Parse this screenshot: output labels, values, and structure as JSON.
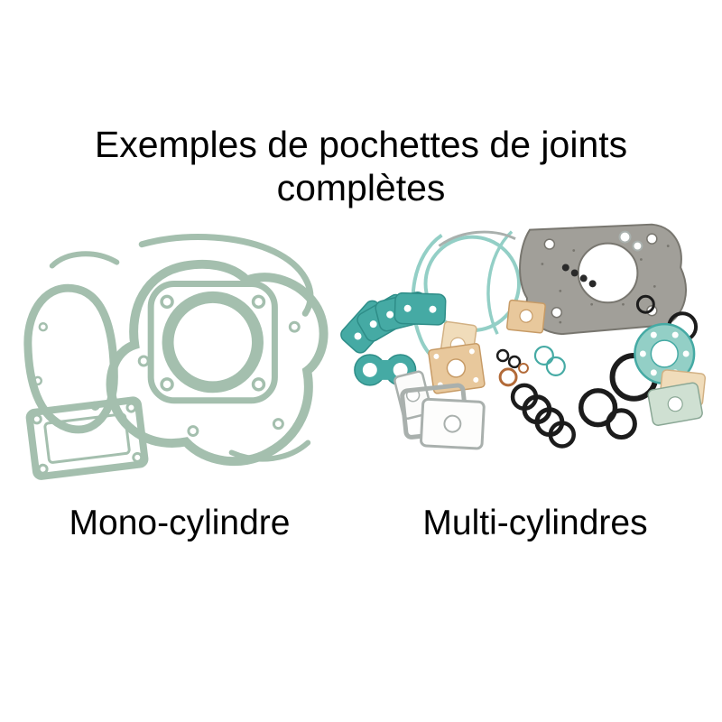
{
  "title": "Exemples de pochettes de joints complètes",
  "labels": {
    "mono": "Mono-cylindre",
    "multi": "Multi-cylindres"
  },
  "images": {
    "mono": "mono-cylinder-complete-gasket-kit-photo",
    "multi": "multi-cylinder-complete-gasket-kit-photo"
  },
  "colors": {
    "background": "#ffffff",
    "text": "#000000",
    "sage": "#a4bfae",
    "sage_dark": "#8aa795",
    "teal": "#45aaa4",
    "teal_light": "#93cfc6",
    "gray": "#a19f99",
    "gray_dark": "#78766f",
    "tan": "#e8c89c",
    "tan_light": "#f0dcba",
    "black": "#1c1c1c",
    "copper": "#b26a38",
    "white_stroke": "#a9b0ad"
  }
}
